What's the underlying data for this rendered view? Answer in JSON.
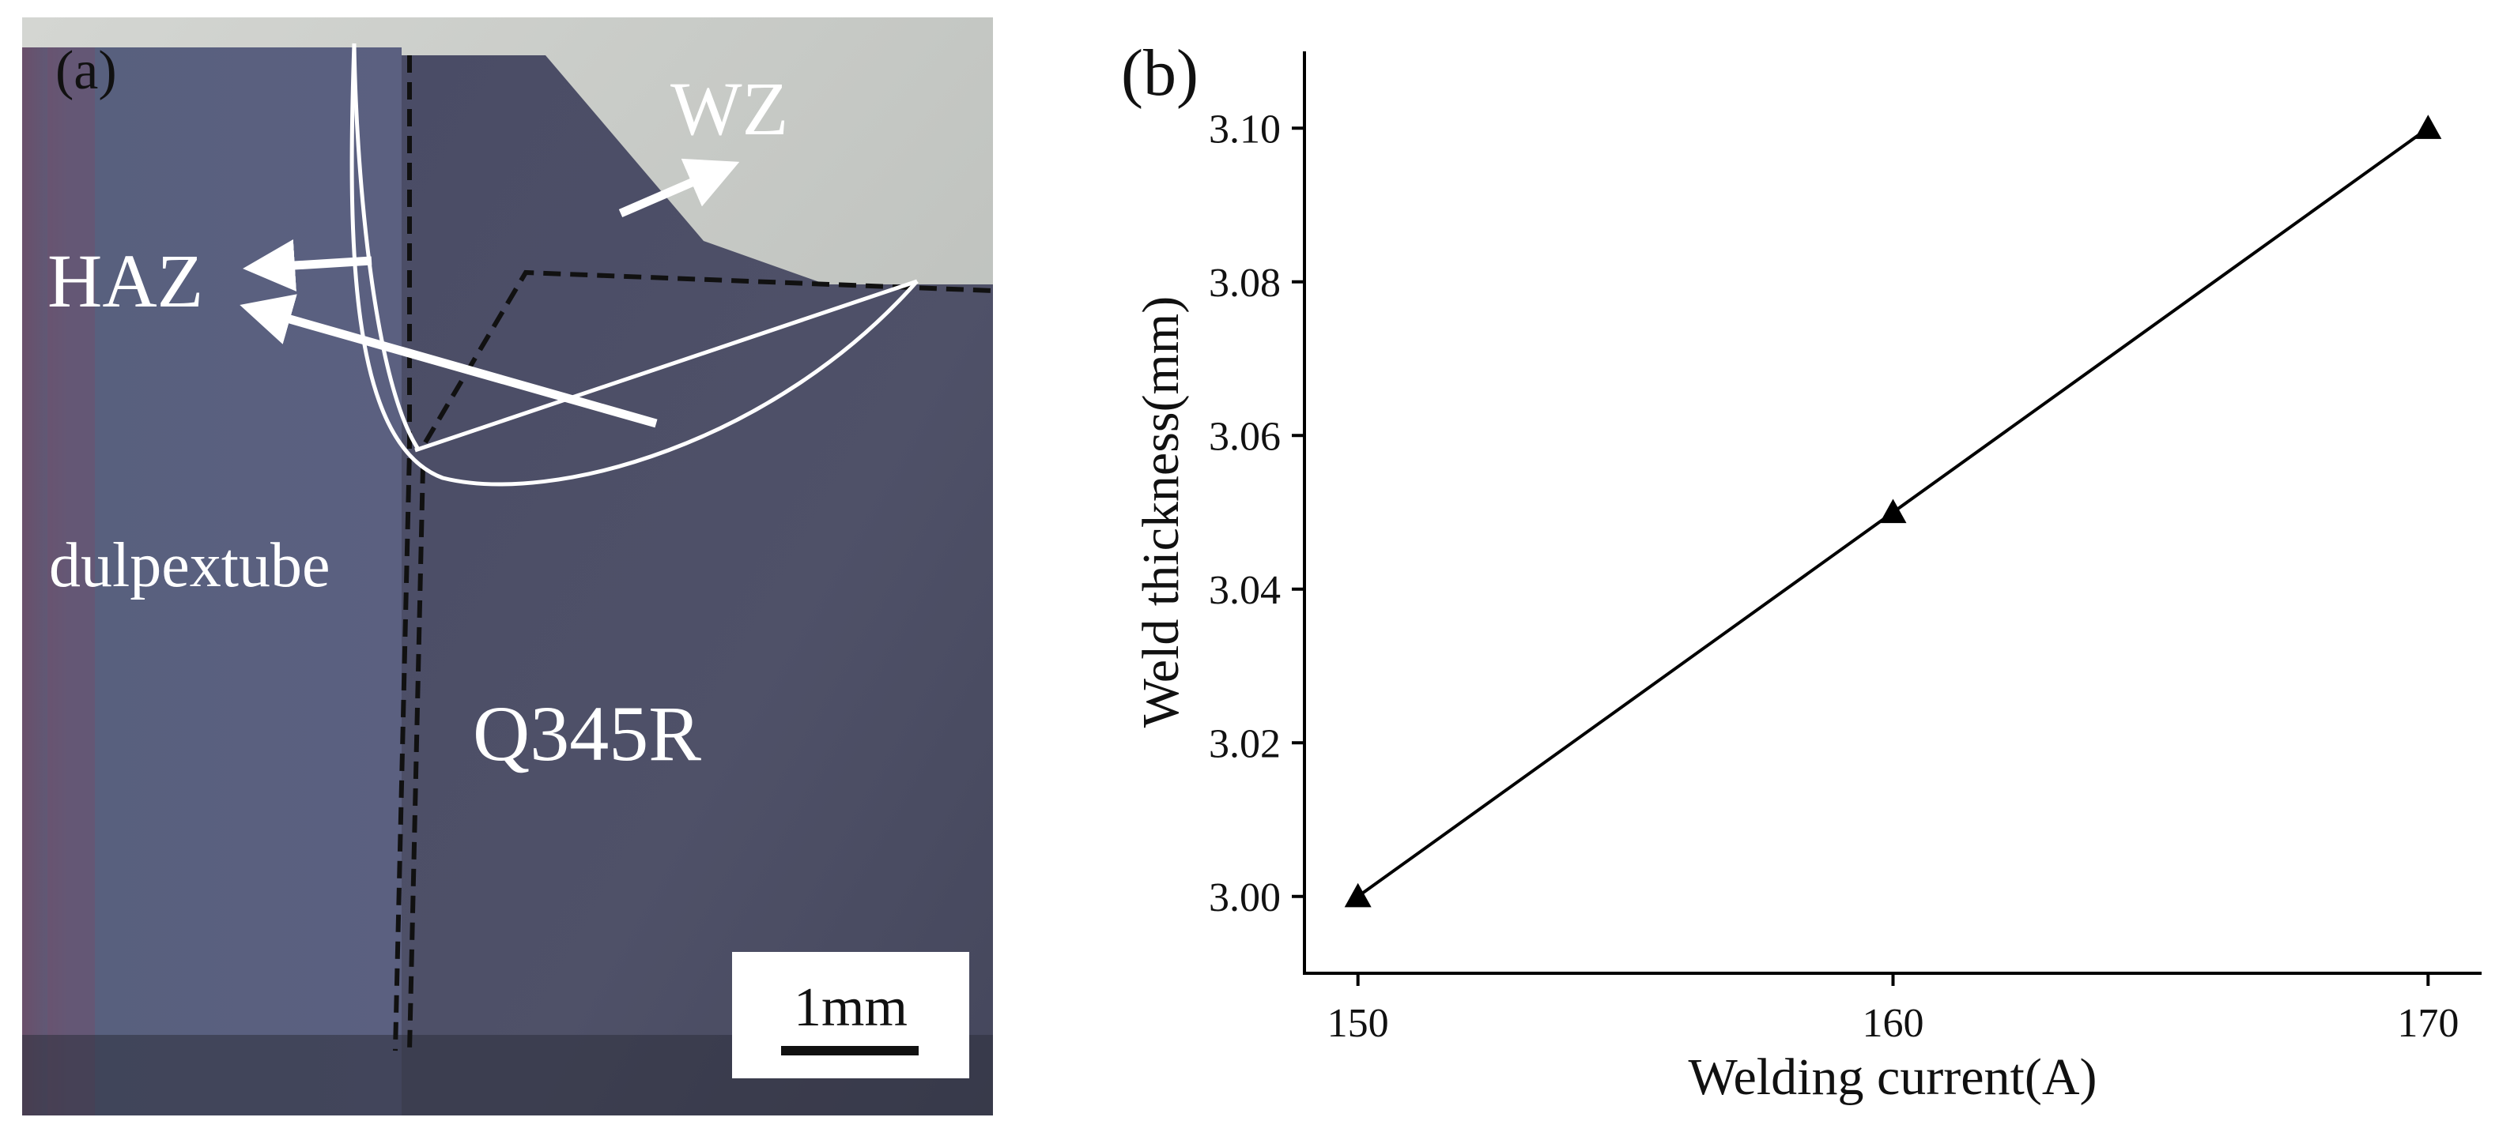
{
  "panel_a": {
    "label": "(a)",
    "zone_weld": "WZ",
    "zone_haz": "HAZ",
    "material_left": "dulpextube",
    "material_right": "Q345R",
    "scale_bar": "1mm",
    "colors": {
      "steel": "#4e5068",
      "tube": "#5a5e7e",
      "background": "#c4c7c3",
      "annotation": "#ffffff",
      "boundary": "#111111"
    }
  },
  "panel_b": {
    "label": "(b)"
  },
  "chart_data": {
    "type": "line",
    "title": "",
    "xlabel": "Welding current(A)",
    "ylabel": "Weld thickness(mm)",
    "xlim": [
      149,
      171
    ],
    "ylim": [
      2.99,
      3.11
    ],
    "xticks": [
      150,
      160,
      170
    ],
    "xtick_labels": [
      "150",
      "160",
      "170"
    ],
    "yticks": [
      3.0,
      3.02,
      3.04,
      3.06,
      3.08,
      3.1
    ],
    "ytick_labels": [
      "3.00",
      "3.02",
      "3.04",
      "3.06",
      "3.08",
      "3.10"
    ],
    "grid": false,
    "legend": "none",
    "marker": "triangle",
    "color": "#000000",
    "series": [
      {
        "x": [
          150,
          160,
          170
        ],
        "y": [
          3.0,
          3.05,
          3.1
        ]
      }
    ]
  }
}
